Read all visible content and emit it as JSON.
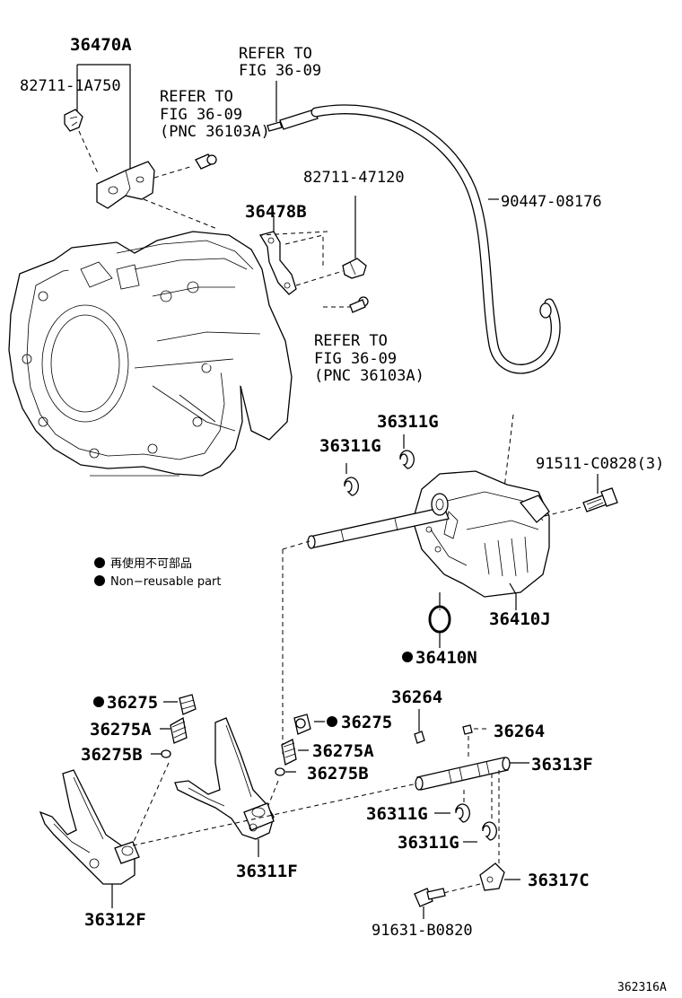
{
  "labels": {
    "p36470A": "36470A",
    "p82711_1A750": "82711-1A750",
    "ref1_line1": "REFER TO",
    "ref1_line2": "FIG 36-09",
    "ref2_line1": "REFER TO",
    "ref2_line2": "FIG 36-09",
    "ref2_line3": "(PNC 36103A)",
    "p82711_47120": "82711-47120",
    "p36478B": "36478B",
    "p90447_08176": "90447-08176",
    "ref3_line1": "REFER TO",
    "ref3_line2": "FIG 36-09",
    "ref3_line3": "(PNC 36103A)",
    "p36311G_a": "36311G",
    "p36311G_b": "36311G",
    "p91511_C0828": "91511-C0828(3)",
    "p36410J": "36410J",
    "p36410N": "36410N",
    "p36275_left": "36275",
    "p36275A_left": "36275A",
    "p36275B_left": "36275B",
    "p36264_a": "36264",
    "p36264_b": "36264",
    "p36275_mid": "36275",
    "p36275A_mid": "36275A",
    "p36275B_mid": "36275B",
    "p36313F": "36313F",
    "p36311G_c": "36311G",
    "p36311G_d": "36311G",
    "p36317C": "36317C",
    "p91631_B0820": "91631-B0820",
    "p36311F": "36311F",
    "p36312F": "36312F",
    "figure_id": "362316A"
  },
  "legend": {
    "jp": "再使用不可部品",
    "en": "Non−reusable part"
  }
}
